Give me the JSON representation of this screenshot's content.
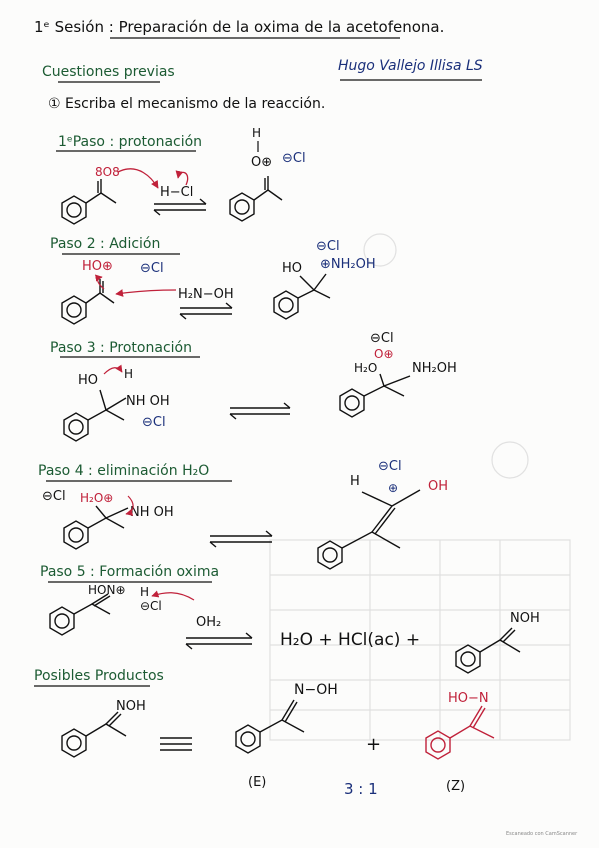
{
  "title": "1ᵉ Sesión : Preparación de la oxima de la acetofenona.",
  "subtitle": "Cuestiones previas",
  "author": "Hugo Vallejo Illisa  LS",
  "question": "① Escriba el mecanismo de la reacción.",
  "steps": [
    {
      "label": "1ᵉPaso : protonación"
    },
    {
      "label": "Paso 2 : Adición"
    },
    {
      "label": "Paso 3 : Protonación"
    },
    {
      "label": "Paso 4 : eliminación H₂O"
    },
    {
      "label": "Paso 5 : Formación oxima"
    }
  ],
  "products_heading": "Posibles Productos",
  "byproducts": "H₂O + HCl(ac) +",
  "ratio": "3 : 1",
  "isomers": {
    "e": "(E)",
    "z": "(Z)"
  },
  "labels": {
    "o_double": "8O8",
    "hcl": "H−Cl",
    "o_prot": "H",
    "o_plus": "O⊕",
    "cl_minus": "⊖Cl",
    "cl_neg": "⊖Cl",
    "ho_plus": "HO⊕",
    "h2n_oh": "H₂N−OH",
    "nh2oh_plus": "⊕NH₂OH",
    "ho2": "HO",
    "h": "H",
    "cl_minus3": "⊖Cl",
    "h2o_plus": "H₂O⊕",
    "nhoh": "NH OH",
    "cl_minus4": "⊖Cl",
    "nh_plus": "⊕",
    "h2o_plus4": "H₂O⊕",
    "nhoh4": "NH OH",
    "cl_minus5": "⊖Cl",
    "n_plus": "⊕",
    "oh": "OH",
    "h4": "H",
    "hono": "HON⊕",
    "h5": "H",
    "cl_minus6": "⊖Cl",
    "oh2": "OH₂",
    "noh": "NOH",
    "noh_p": "NOH",
    "n_oh": "N−OH",
    "ho_n": "HO−N",
    "cl_top": "⊖Cl",
    "h3a": "H",
    "o_plus3": "O⊕",
    "h2o_top": "H₂O",
    "nhoh_top": "NH₂OH",
    "h2o3": "H₂O",
    "cl_right3": "⊖Cl"
  },
  "footer": "Escaneado con CamScanner",
  "colors": {
    "ink": "#111111",
    "red": "#c0213a",
    "navy": "#1a2f7a",
    "green": "#1c5b33",
    "ghost": "#d6d6d6"
  }
}
